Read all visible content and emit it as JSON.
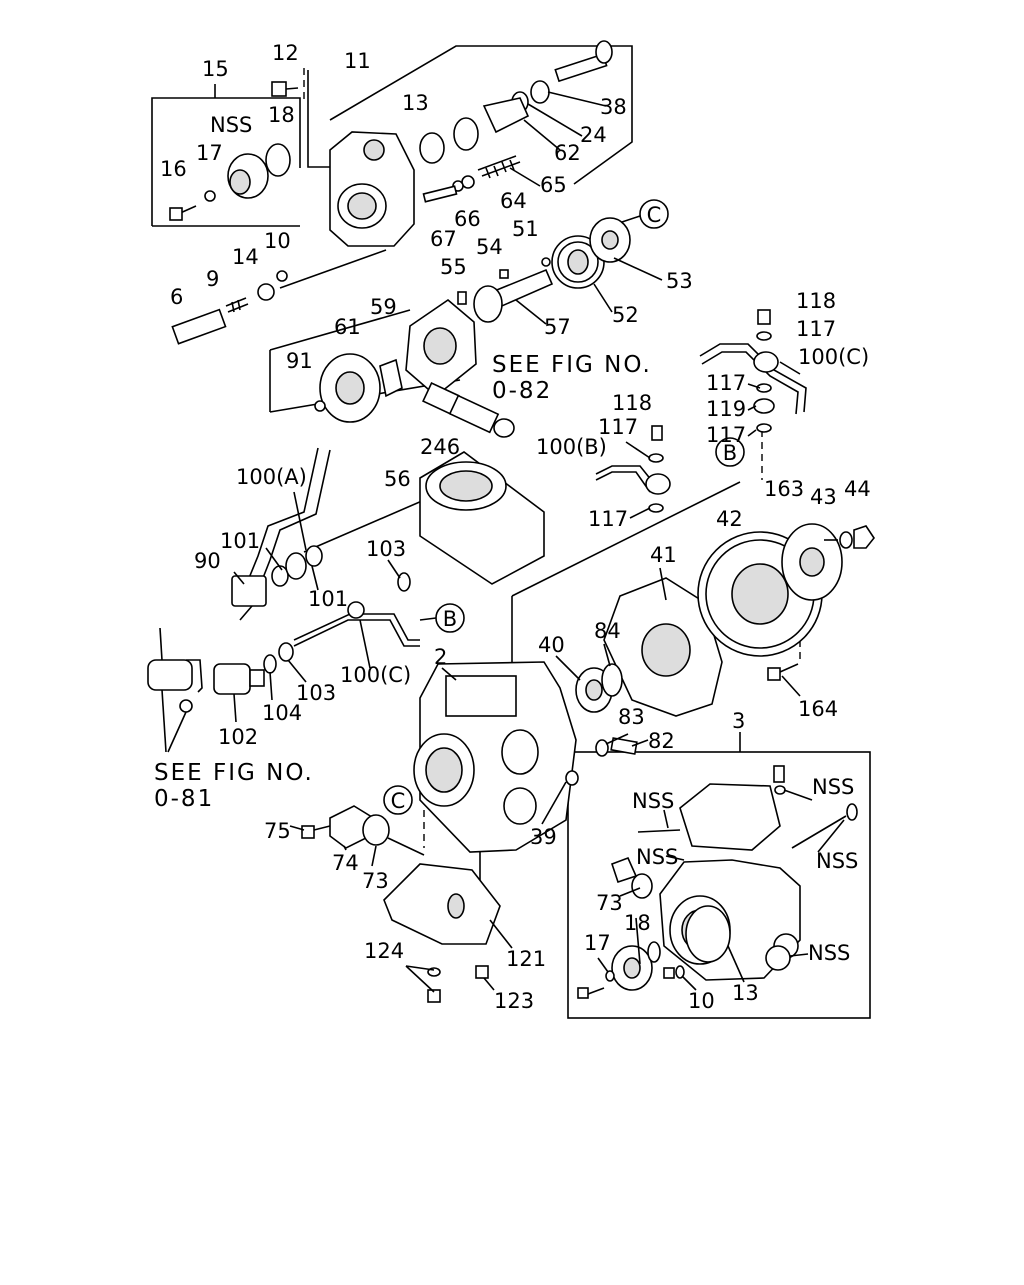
{
  "diagram": {
    "callouts": [
      {
        "id": "c15",
        "text": "15"
      },
      {
        "id": "c12",
        "text": "12"
      },
      {
        "id": "c11",
        "text": "11"
      },
      {
        "id": "cNSS_a",
        "text": "NSS"
      },
      {
        "id": "c18_a",
        "text": "18"
      },
      {
        "id": "c13_a",
        "text": "13"
      },
      {
        "id": "c17_a",
        "text": "17"
      },
      {
        "id": "c16",
        "text": "16"
      },
      {
        "id": "c38",
        "text": "38"
      },
      {
        "id": "c24",
        "text": "24"
      },
      {
        "id": "c62",
        "text": "62"
      },
      {
        "id": "c65",
        "text": "65"
      },
      {
        "id": "c64",
        "text": "64"
      },
      {
        "id": "c66",
        "text": "66"
      },
      {
        "id": "c67",
        "text": "67"
      },
      {
        "id": "c51",
        "text": "51"
      },
      {
        "id": "c54",
        "text": "54"
      },
      {
        "id": "c55",
        "text": "55"
      },
      {
        "id": "c53",
        "text": "53"
      },
      {
        "id": "c52",
        "text": "52"
      },
      {
        "id": "c57",
        "text": "57"
      },
      {
        "id": "c6",
        "text": "6"
      },
      {
        "id": "c9",
        "text": "9"
      },
      {
        "id": "c14",
        "text": "14"
      },
      {
        "id": "c10_a",
        "text": "10"
      },
      {
        "id": "c61",
        "text": "61"
      },
      {
        "id": "c59",
        "text": "59"
      },
      {
        "id": "c91",
        "text": "91"
      },
      {
        "id": "c118_a",
        "text": "118"
      },
      {
        "id": "c117_a",
        "text": "117"
      },
      {
        "id": "c100C_a",
        "text": "100(C)"
      },
      {
        "id": "c117_b",
        "text": "117"
      },
      {
        "id": "c119",
        "text": "119"
      },
      {
        "id": "c117_c",
        "text": "117"
      },
      {
        "id": "c118_b",
        "text": "118"
      },
      {
        "id": "c117_d",
        "text": "117"
      },
      {
        "id": "c100B",
        "text": "100(B)"
      },
      {
        "id": "c246",
        "text": "246"
      },
      {
        "id": "c56",
        "text": "56"
      },
      {
        "id": "c100A",
        "text": "100(A)"
      },
      {
        "id": "c163",
        "text": "163"
      },
      {
        "id": "c43",
        "text": "43"
      },
      {
        "id": "c44",
        "text": "44"
      },
      {
        "id": "c117_e",
        "text": "117"
      },
      {
        "id": "c42",
        "text": "42"
      },
      {
        "id": "c101_a",
        "text": "101"
      },
      {
        "id": "c90",
        "text": "90"
      },
      {
        "id": "c103_a",
        "text": "103"
      },
      {
        "id": "c101_b",
        "text": "101"
      },
      {
        "id": "c41",
        "text": "41"
      },
      {
        "id": "c40",
        "text": "40"
      },
      {
        "id": "c84",
        "text": "84"
      },
      {
        "id": "c2",
        "text": "2"
      },
      {
        "id": "c100C_b",
        "text": "100(C)"
      },
      {
        "id": "c103_b",
        "text": "103"
      },
      {
        "id": "c104",
        "text": "104"
      },
      {
        "id": "c102",
        "text": "102"
      },
      {
        "id": "c164",
        "text": "164"
      },
      {
        "id": "c3",
        "text": "3"
      },
      {
        "id": "c83",
        "text": "83"
      },
      {
        "id": "c82",
        "text": "82"
      },
      {
        "id": "cNSS_b",
        "text": "NSS"
      },
      {
        "id": "cNSS_c",
        "text": "NSS"
      },
      {
        "id": "cNSS_d",
        "text": "NSS"
      },
      {
        "id": "cNSS_e",
        "text": "NSS"
      },
      {
        "id": "c75",
        "text": "75"
      },
      {
        "id": "c39",
        "text": "39"
      },
      {
        "id": "c74",
        "text": "74"
      },
      {
        "id": "c73_a",
        "text": "73"
      },
      {
        "id": "c73_b",
        "text": "73"
      },
      {
        "id": "c18_b",
        "text": "18"
      },
      {
        "id": "cNSS_f",
        "text": "NSS"
      },
      {
        "id": "c17_b",
        "text": "17"
      },
      {
        "id": "c13_b",
        "text": "13"
      },
      {
        "id": "c10_b",
        "text": "10"
      },
      {
        "id": "c124",
        "text": "124"
      },
      {
        "id": "c121",
        "text": "121"
      },
      {
        "id": "c123",
        "text": "123"
      }
    ],
    "references": {
      "fig82_line1": "SEE FIG NO.",
      "fig82_line2": "0-82",
      "fig81_line1": "SEE FIG NO.",
      "fig81_line2": "0-81"
    },
    "circled_markers": [
      {
        "id": "m_C1",
        "text": "C"
      },
      {
        "id": "m_B1",
        "text": "B"
      },
      {
        "id": "m_B2",
        "text": "B"
      },
      {
        "id": "m_C2",
        "text": "C"
      }
    ]
  }
}
